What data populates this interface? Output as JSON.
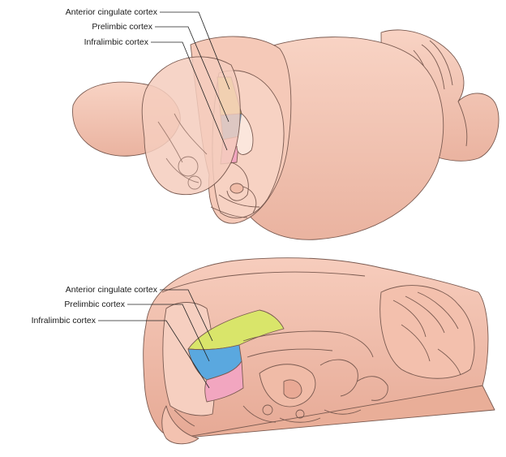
{
  "labels": {
    "top": {
      "anterior_cingulate": "Anterior cingulate cortex",
      "prelimbic": "Prelimbic cortex",
      "infralimbic": "Infralimbic cortex"
    },
    "bottom": {
      "anterior_cingulate": "Anterior cingulate cortex",
      "prelimbic": "Prelimbic cortex",
      "infralimbic": "Infralimbic cortex"
    }
  },
  "colors": {
    "brain_fill": "#f3c2b0",
    "brain_light": "#f8d6c8",
    "brain_outline": "#7a5a50",
    "anterior_cingulate": "#d9e56a",
    "prelimbic": "#5aa8df",
    "infralimbic": "#f2a6c0"
  }
}
